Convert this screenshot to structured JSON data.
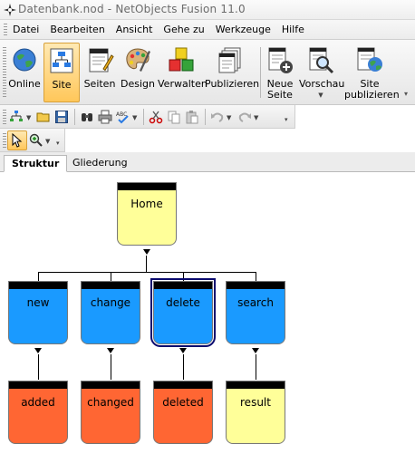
{
  "window": {
    "title": "Datenbank.nod - NetObjects Fusion 11.0"
  },
  "menu": [
    "Datei",
    "Bearbeiten",
    "Ansicht",
    "Gehe zu",
    "Werkzeuge",
    "Hilfe"
  ],
  "toolbar": {
    "buttons": [
      {
        "label": "Online",
        "icon": "globe-icon"
      },
      {
        "label": "Site",
        "icon": "site-structure-icon",
        "active": true
      },
      {
        "label": "Seiten",
        "icon": "page-edit-icon"
      },
      {
        "label": "Design",
        "icon": "palette-icon"
      },
      {
        "label": "Verwalten",
        "icon": "blocks-icon"
      },
      {
        "label": "Publizieren",
        "icon": "publish-stack-icon"
      },
      {
        "label": "Neue\nSeite",
        "icon": "new-page-icon"
      },
      {
        "label": "Vorschau",
        "icon": "preview-icon"
      },
      {
        "label": "Site\npublizieren",
        "icon": "site-publish-icon"
      }
    ]
  },
  "tabs": [
    {
      "label": "Struktur",
      "active": true
    },
    {
      "label": "Gliederung",
      "active": false
    }
  ],
  "site": {
    "root": {
      "name": "Home",
      "color": "yellow"
    },
    "level1": [
      {
        "name": "new",
        "color": "blue"
      },
      {
        "name": "change",
        "color": "blue"
      },
      {
        "name": "delete",
        "color": "blue",
        "selected": true
      },
      {
        "name": "search",
        "color": "blue"
      }
    ],
    "level2": [
      {
        "name": "added",
        "color": "orange",
        "parent": "new"
      },
      {
        "name": "changed",
        "color": "orange",
        "parent": "change"
      },
      {
        "name": "deleted",
        "color": "orange",
        "parent": "delete"
      },
      {
        "name": "result",
        "color": "yellow",
        "parent": "search"
      }
    ]
  },
  "colors": {
    "yellow": "#ffff99",
    "blue": "#1a9aff",
    "orange": "#ff6633",
    "selection": "#0a0a6e",
    "active_button": "#ffc75a"
  }
}
